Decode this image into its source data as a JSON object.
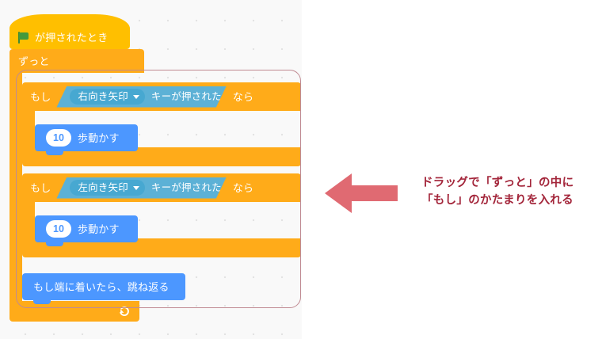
{
  "workspace": {
    "background_color": "#f9f9f9",
    "grid_dot_color": "#e3e3e3"
  },
  "blocks": {
    "hat": {
      "icon": "green-flag-icon",
      "label": "が押されたとき",
      "color": "#ffbf00"
    },
    "forever": {
      "label": "ずっと",
      "color": "#ffab19",
      "loop_icon": "loop-arrow-icon"
    },
    "if_blocks": [
      {
        "prefix_label": "もし",
        "suffix_label": "なら",
        "color": "#ffab19",
        "condition": {
          "dropdown_value": "右向き矢印",
          "dropdown_icon": "chevron-down-icon",
          "label": "キーが押された",
          "color": "#5cb1d6"
        },
        "body": {
          "value": "10",
          "label": "歩動かす",
          "color": "#4c97ff"
        }
      },
      {
        "prefix_label": "もし",
        "suffix_label": "なら",
        "color": "#ffab19",
        "condition": {
          "dropdown_value": "左向き矢印",
          "dropdown_icon": "chevron-down-icon",
          "label": "キーが押された",
          "color": "#5cb1d6"
        },
        "body": {
          "value": "10",
          "label": "歩動かす",
          "color": "#4c97ff"
        }
      }
    ],
    "bounce": {
      "label": "もし端に着いたら、跳ね返る",
      "color": "#4c97ff"
    }
  },
  "highlight": {
    "border_color": "#c08a92"
  },
  "annotation": {
    "arrow_icon": "left-arrow-icon",
    "arrow_color": "#e06a72",
    "text_color": "#a3253a",
    "line1": "ドラッグで「ずっと」の中に",
    "line2": "「もし」のかたまりを入れる"
  }
}
